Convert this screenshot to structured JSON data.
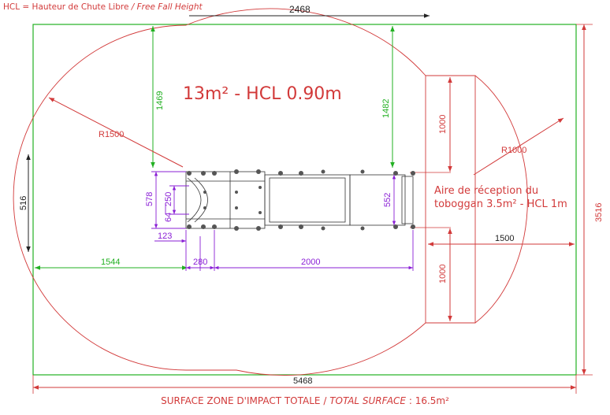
{
  "legend": {
    "hcl_definition": "HCL = Hauteur de Chute Libre",
    "hcl_definition_en": "/ Free Fall Height"
  },
  "zones": {
    "main_title": "13m² - HCL 0.90m",
    "slide_landing_line1": "Aire de réception du",
    "slide_landing_line2": "toboggan 3.5m² - HCL 1m"
  },
  "dimensions": {
    "top_width": "2468",
    "left_height": "516",
    "right_height": "3516",
    "bottom_width": "5468",
    "upper_left_gap": "1469",
    "upper_right_gap": "1482",
    "radius_large": "R1500",
    "radius_small": "R1000",
    "right_top_gap": "1000",
    "right_bottom_gap": "1000",
    "right_width": "1500",
    "left_clearance": "1544",
    "ladder_depth": "280",
    "slide_length": "2000",
    "platform_width": "578",
    "ladder_width": "250",
    "step_gap": "64",
    "slide_width": "552",
    "ladder_offset": "123"
  },
  "footer": {
    "total_label": "SURFACE ZONE D'IMPACT TOTALE /",
    "total_label_en": "TOTAL SURFACE",
    "total_value": ": 16.5m²"
  },
  "colors": {
    "red": "#d23a3a",
    "green": "#22b022",
    "purple": "#8a1fd6",
    "black": "#222222"
  }
}
